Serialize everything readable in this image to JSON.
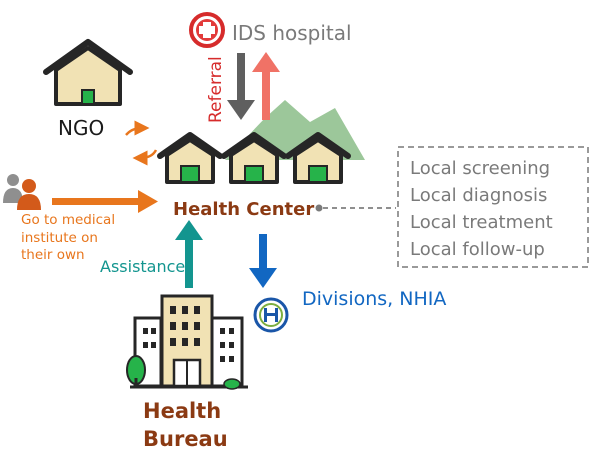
{
  "ids_hospital": {
    "label": "IDS hospital"
  },
  "referral": {
    "label": "Referral"
  },
  "ngo": {
    "label": "NGO"
  },
  "health_center": {
    "label": "Health Center"
  },
  "self_visit": {
    "line1": "Go to medical",
    "line2": "institute on",
    "line3": "their own"
  },
  "assistance": {
    "label": "Assistance"
  },
  "nhia": {
    "label": "Divisions, NHIA"
  },
  "health_bureau": {
    "line1": "Health",
    "line2": "Bureau"
  },
  "local_services": {
    "items": [
      "Local screening",
      "Local diagnosis",
      "Local treatment",
      "Local follow-up"
    ]
  },
  "colors": {
    "brown": "#8b3a13",
    "orange": "#e8761d",
    "teal": "#13958f",
    "blue": "#1267c2",
    "gray_text": "#7a7a7a",
    "red_arrow": "#f07266",
    "mountain": "#9cc79a",
    "house_fill": "#f1e2b4",
    "green": "#26b34a"
  }
}
